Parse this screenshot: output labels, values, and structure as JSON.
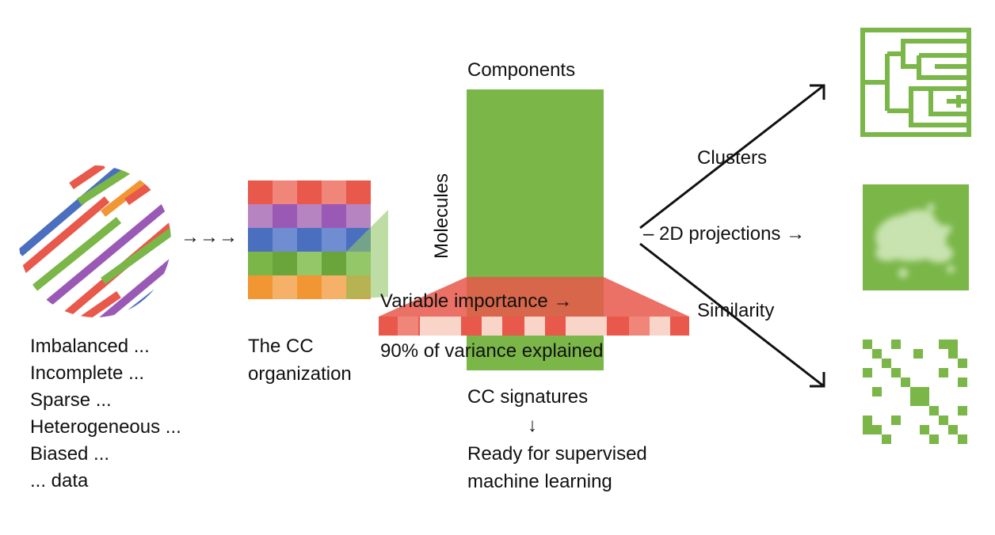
{
  "input_data": {
    "lines": [
      "Imbalanced ...",
      "Incomplete ...",
      "Sparse ...",
      "Heterogeneous ...",
      "Biased ...",
      "... data"
    ],
    "arrows": "→→→"
  },
  "organization": {
    "label_line1": "The CC",
    "label_line2": "organization"
  },
  "matrix": {
    "top_label": "Components",
    "side_label": "Molecules",
    "variable_importance": "Variable importance →",
    "variance_explained": "90% of variance explained"
  },
  "signatures": {
    "label": "CC signatures",
    "arrow": "↓",
    "result_line1": "Ready for supervised",
    "result_line2": "machine learning"
  },
  "outputs": {
    "clusters": "Clusters",
    "projections": "– 2D projections →",
    "similarity": "Similarity"
  },
  "colors": {
    "green": "#7ab648",
    "red": "#e8584b",
    "purple": "#9b59b6",
    "blue": "#4a6fbf",
    "orange": "#f19633",
    "light_green": "#93c768",
    "light_red": "#f9d4c8"
  }
}
